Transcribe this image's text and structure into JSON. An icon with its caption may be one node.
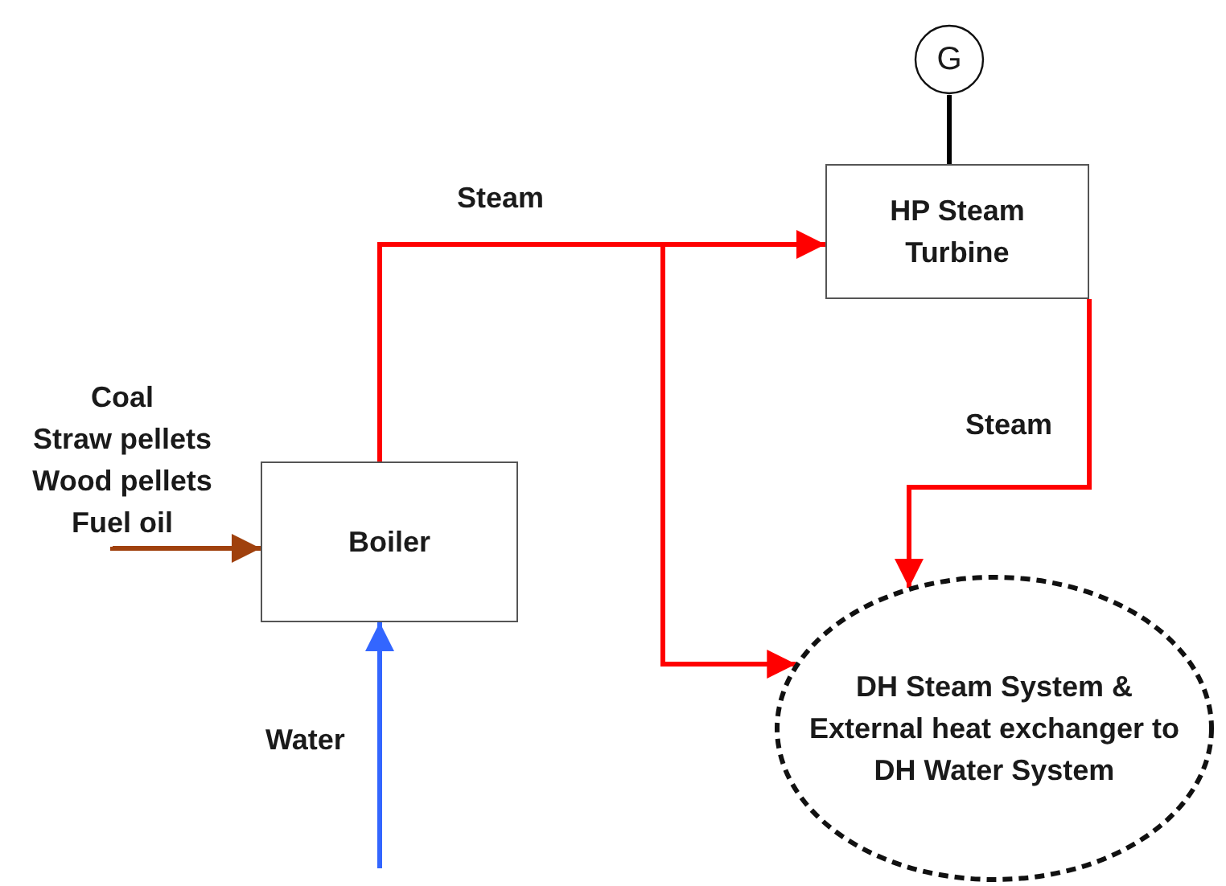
{
  "diagram": {
    "nodes": [
      {
        "text": [
          "Coal",
          "Straw pellets",
          "Wood pellets",
          "Fuel oil"
        ]
      },
      {
        "text": [
          "Boiler"
        ]
      },
      {
        "text": [
          "HP Steam Turbine"
        ]
      },
      {
        "text": [
          "G"
        ]
      },
      {
        "text": [
          "DH Steam System & External heat exchanger to DH Water System"
        ]
      }
    ],
    "edges": [
      {
        "from": 0,
        "to": 1,
        "arrow": "to",
        "color": "#a0410d"
      },
      {
        "from": null,
        "to": 1,
        "arrow": "to",
        "label": "Water",
        "color": "#3366ff"
      },
      {
        "from": 1,
        "to": 2,
        "arrow": "to",
        "label": "Steam"
      },
      {
        "from": 1,
        "to": 4,
        "arrow": "to"
      },
      {
        "from": 2,
        "to": 4,
        "arrow": "to",
        "label": "Steam"
      },
      {
        "from": 3,
        "to": 2,
        "arrow": "none",
        "color": "#000000"
      }
    ]
  }
}
